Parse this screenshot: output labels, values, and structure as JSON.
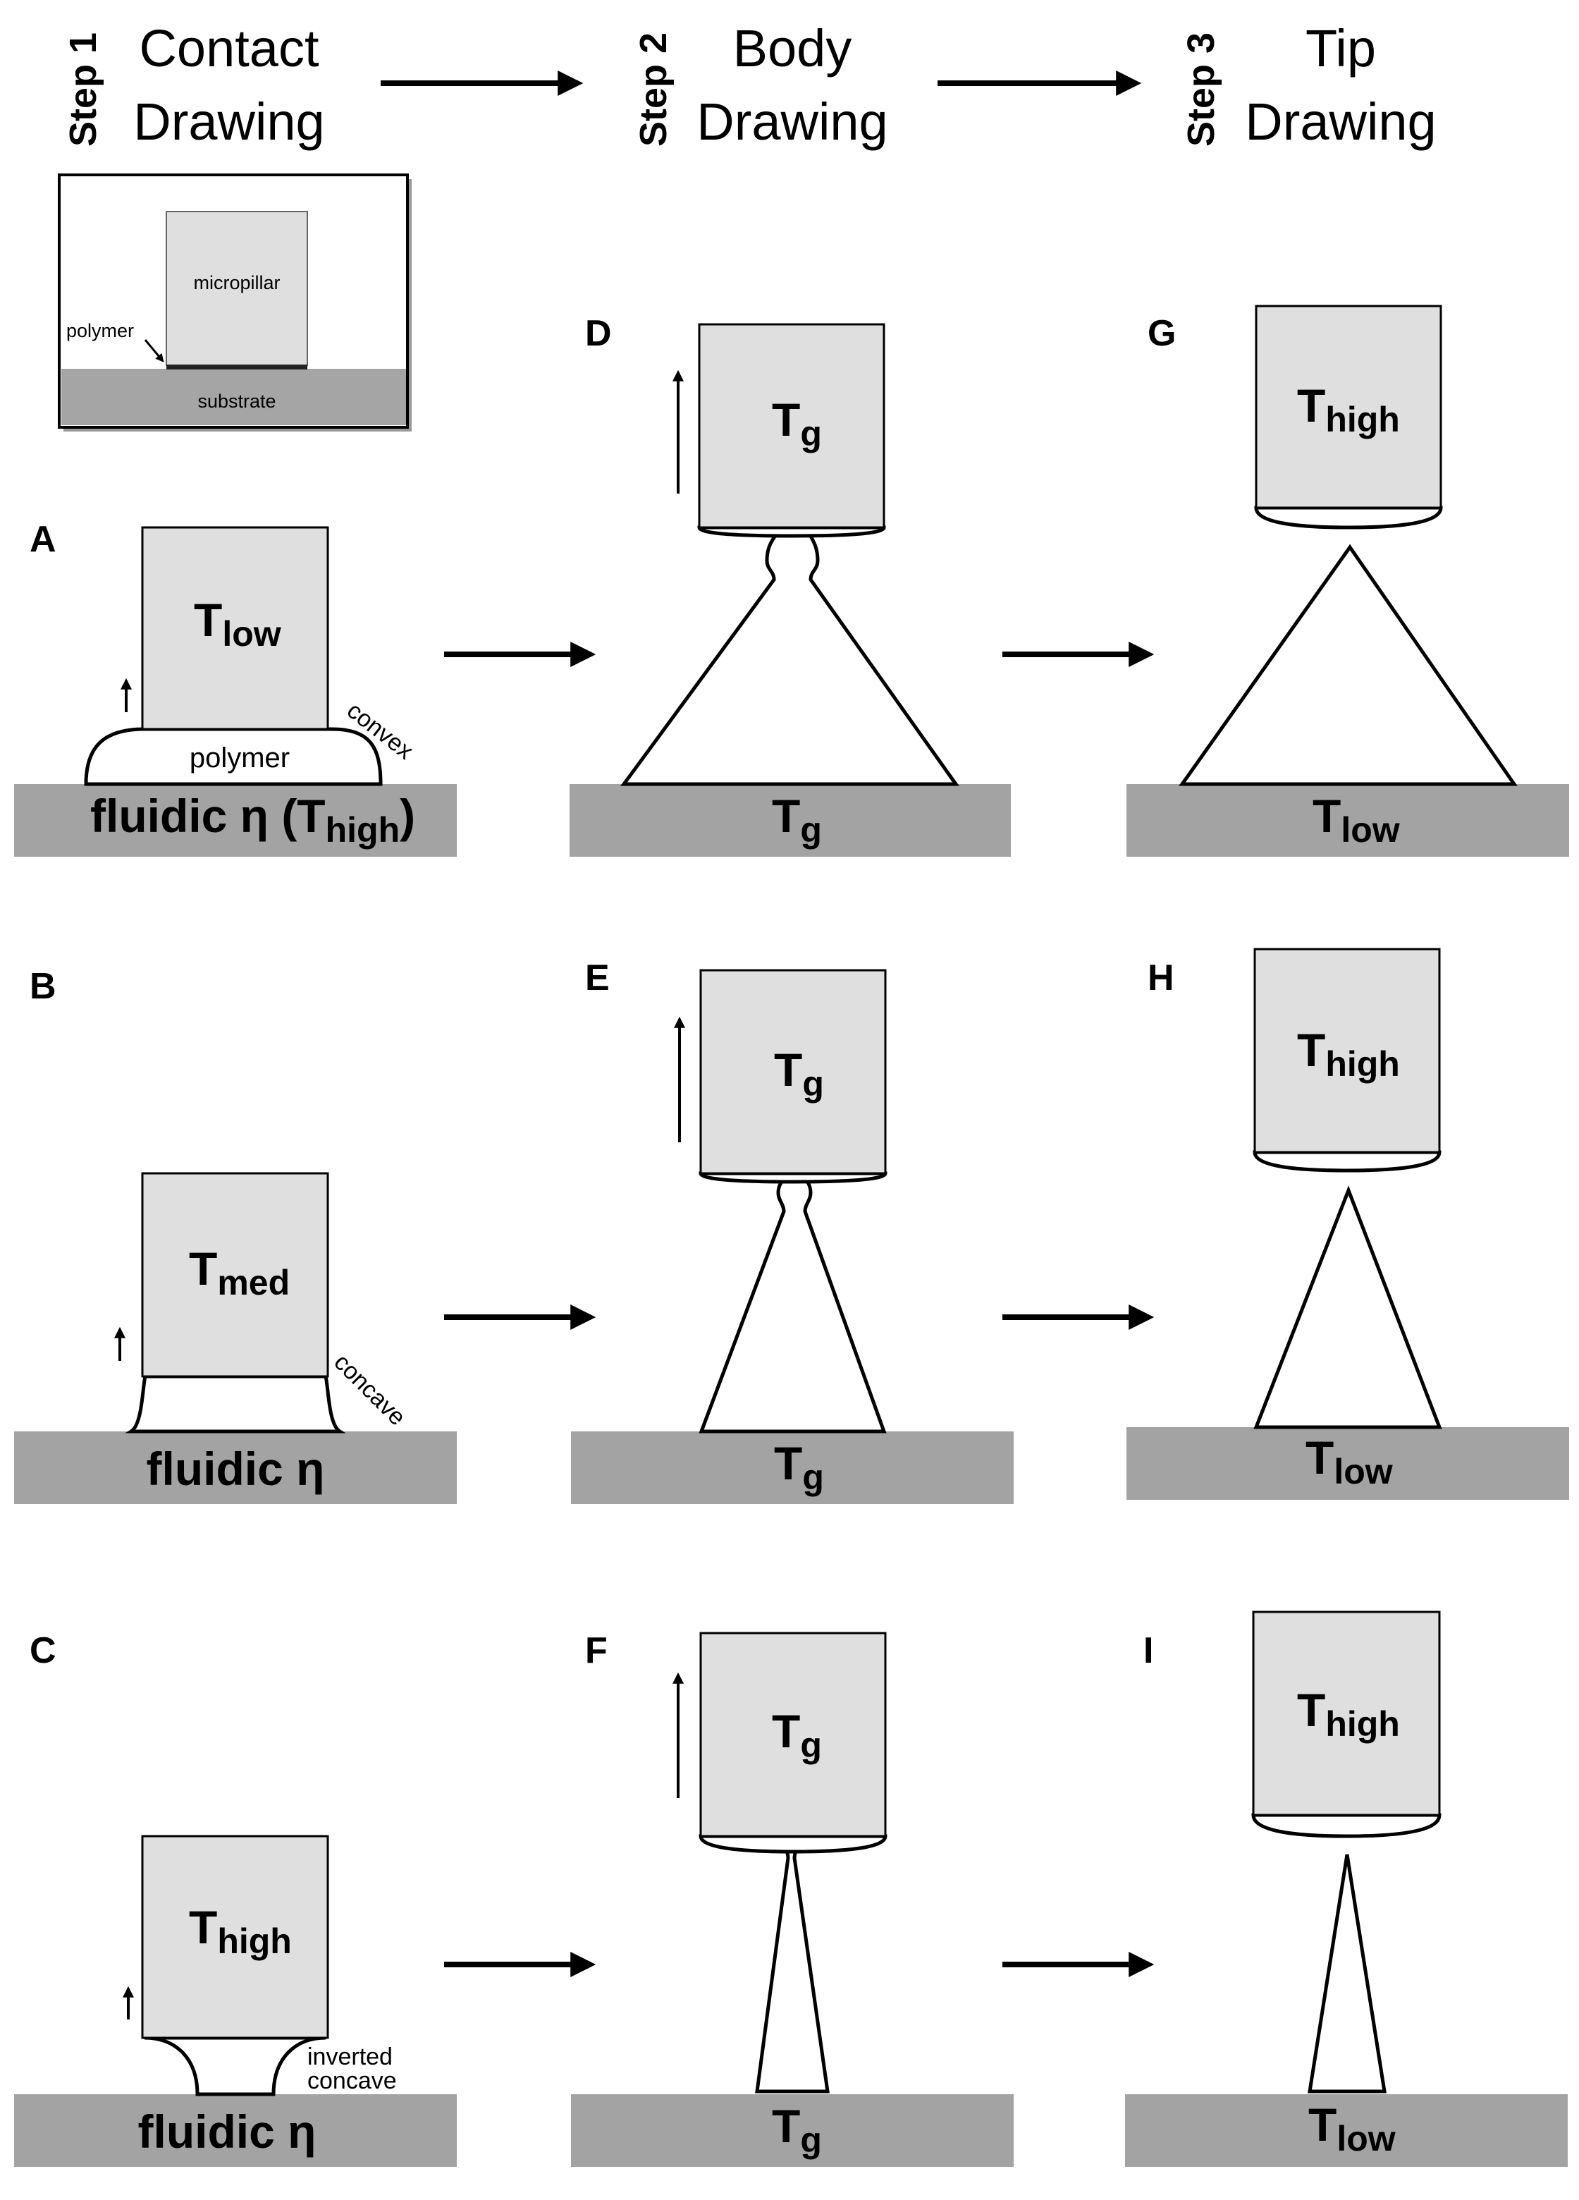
{
  "steps": [
    {
      "step": "Step 1",
      "line1": "Contact",
      "line2": "Drawing"
    },
    {
      "step": "Step 2",
      "line1": "Body",
      "line2": "Drawing"
    },
    {
      "step": "Step 3",
      "line1": "Tip",
      "line2": "Drawing"
    }
  ],
  "inset": {
    "micropillar": "micropillar",
    "polymer": "polymer",
    "substrate": "substrate"
  },
  "panels": {
    "A": {
      "label": "A",
      "T": "T",
      "sub": "low",
      "polymer": "polymer",
      "shape": "convex",
      "base_main": "fluidic η (T",
      "base_sub": "high",
      "base_close": ")"
    },
    "B": {
      "label": "B",
      "T": "T",
      "sub": "med",
      "shape": "concave",
      "base_main": "fluidic η"
    },
    "C": {
      "label": "C",
      "T": "T",
      "sub": "high",
      "shape_line1": "inverted",
      "shape_line2": "concave",
      "base_main": "fluidic η"
    },
    "D": {
      "label": "D",
      "T": "T",
      "sub": "g",
      "base_T": "T",
      "base_sub": "g"
    },
    "E": {
      "label": "E",
      "T": "T",
      "sub": "g",
      "base_T": "T",
      "base_sub": "g"
    },
    "F": {
      "label": "F",
      "T": "T",
      "sub": "g",
      "base_T": "T",
      "base_sub": "g"
    },
    "G": {
      "label": "G",
      "T": "T",
      "sub": "high",
      "base_T": "T",
      "base_sub": "low"
    },
    "H": {
      "label": "H",
      "T": "T",
      "sub": "high",
      "base_T": "T",
      "base_sub": "low"
    },
    "I": {
      "label": "I",
      "T": "T",
      "sub": "high",
      "base_T": "T",
      "base_sub": "low"
    }
  },
  "colors": {
    "pillar": "#dedfde",
    "substrate": "#a2a3a2",
    "outline": "#000000"
  }
}
